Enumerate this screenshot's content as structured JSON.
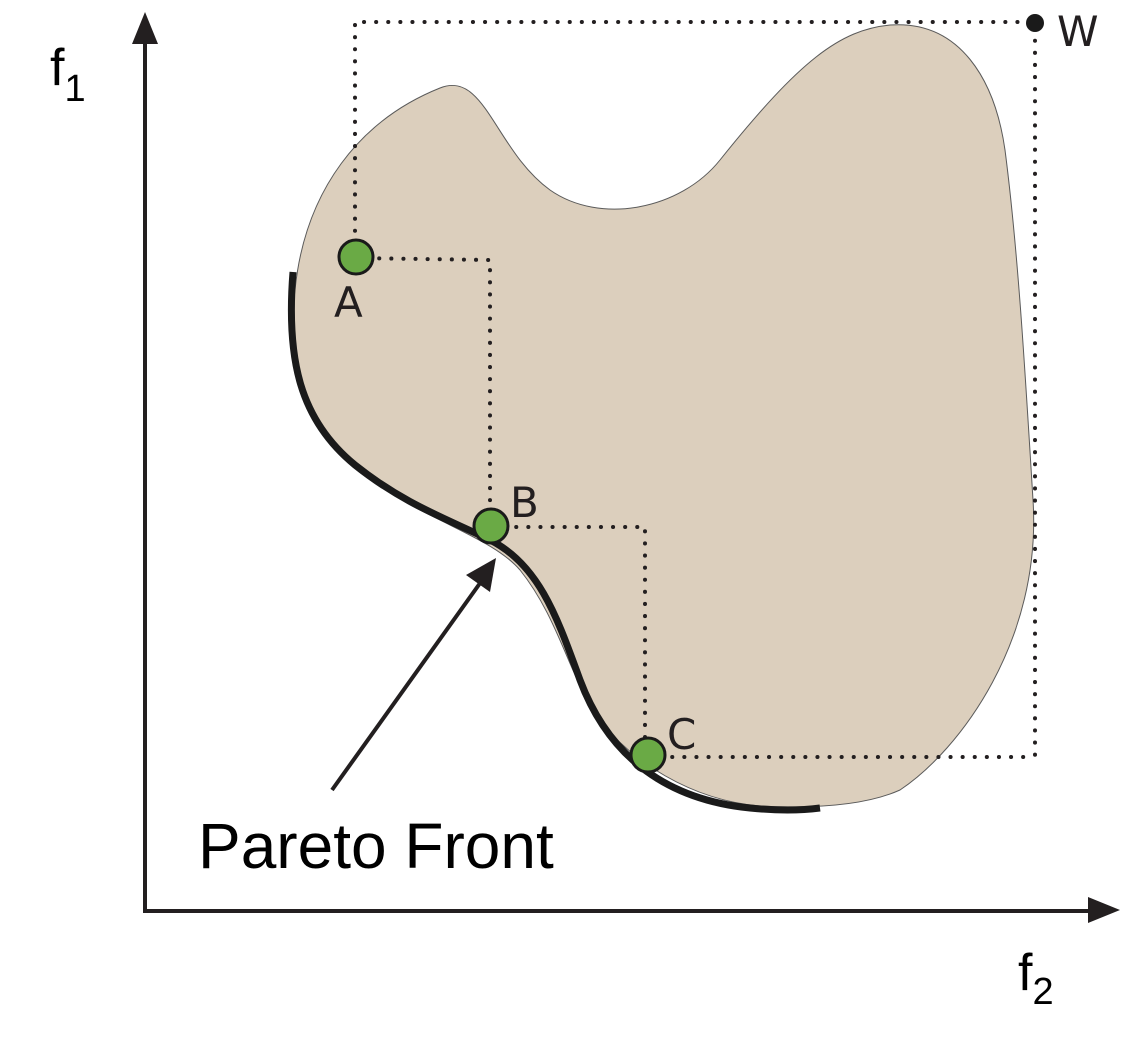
{
  "axes": {
    "y_label": "f",
    "y_subscript": "1",
    "x_label": "f",
    "x_subscript": "2"
  },
  "points": [
    {
      "id": "A",
      "label": "A"
    },
    {
      "id": "B",
      "label": "B"
    },
    {
      "id": "C",
      "label": "C"
    }
  ],
  "worst_point": {
    "label": "W"
  },
  "callout": {
    "text": "Pareto Front"
  },
  "colors": {
    "feasible_region": "#dccfbd",
    "point_fill": "#6aaa45",
    "line": "#231f20"
  }
}
